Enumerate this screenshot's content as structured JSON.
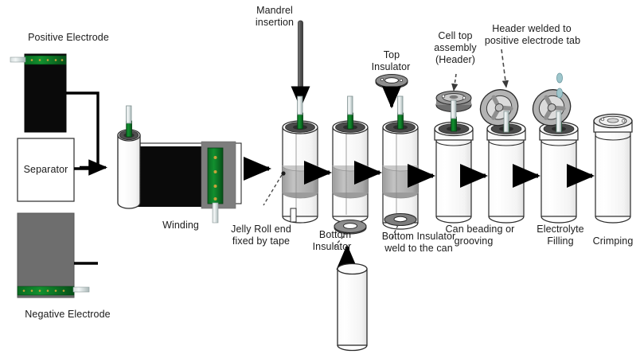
{
  "diagram": {
    "title": "Cylindrical lithium-ion cell assembly process flow",
    "type": "process-flow",
    "colors": {
      "positive_electrode": "#0a0a0a",
      "negative_electrode": "#6e6e6e",
      "separator": "#ffffff",
      "tab_green": "#0c7a28",
      "tab_green_dark": "#085c1d",
      "tab_metal": "#b9cfd0",
      "jelly_band": "#b0b0b0",
      "can_outline": "#3a3a3a",
      "electrolyte_drop": "#9ec6cc",
      "arrow": "#000000",
      "text": "#1b1b1b"
    }
  },
  "inputs": {
    "positive_electrode": {
      "label": "Positive Electrode"
    },
    "separator": {
      "label": "Separator"
    },
    "negative_electrode": {
      "label": "Negative Electrode"
    }
  },
  "steps": [
    {
      "id": "winding",
      "label": "Winding"
    },
    {
      "id": "mandrel",
      "label": "Mandrel\ninsertion"
    },
    {
      "id": "jellyroll",
      "label": "Jelly Roll end\nfixed by tape"
    },
    {
      "id": "bottom_ins",
      "label": "Bottom\nInsulator"
    },
    {
      "id": "bottom_weld",
      "label": "Bottom Insulator\nweld to the can"
    },
    {
      "id": "top_ins",
      "label": "Top\nInsulator"
    },
    {
      "id": "beading",
      "label": "Can beading or\ngrooving"
    },
    {
      "id": "header",
      "label": "Cell top\nassembly\n(Header)"
    },
    {
      "id": "header_weld",
      "label": "Header welded to\npositive electrode tab"
    },
    {
      "id": "electrolyte",
      "label": "Electrolyte\nFilling"
    },
    {
      "id": "crimping",
      "label": "Crimping"
    }
  ],
  "labels": {
    "positive_electrode": "Positive Electrode",
    "separator": "Separator",
    "negative_electrode": "Negative Electrode",
    "winding": "Winding",
    "mandrel_l1": "Mandrel",
    "mandrel_l2": "insertion",
    "jelly_l1": "Jelly Roll end",
    "jelly_l2": "fixed by tape",
    "bottom_ins_l1": "Bottom",
    "bottom_ins_l2": "Insulator",
    "bottom_weld_l1": "Bottom Insulator",
    "bottom_weld_l2": "weld to the can",
    "top_ins_l1": "Top",
    "top_ins_l2": "Insulator",
    "header_l1": "Cell top",
    "header_l2": "assembly",
    "header_l3": "(Header)",
    "header_weld_l1": "Header welded to",
    "header_weld_l2": "positive electrode tab",
    "beading_l1": "Can beading or",
    "beading_l2": "grooving",
    "electrolyte_l1": "Electrolyte",
    "electrolyte_l2": "Filling",
    "crimping": "Crimping"
  }
}
